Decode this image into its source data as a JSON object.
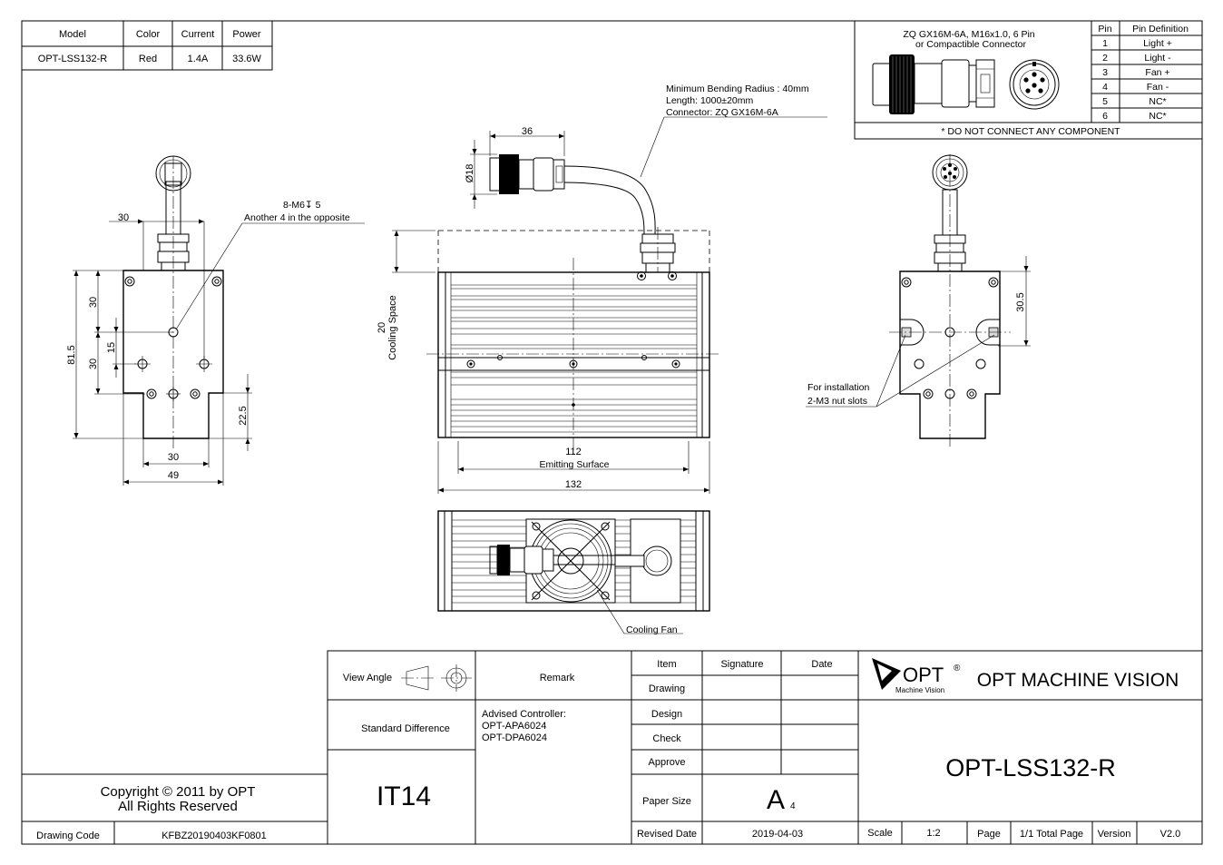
{
  "spec_table": {
    "headers": [
      "Model",
      "Color",
      "Current",
      "Power"
    ],
    "values": [
      "OPT-LSS132-R",
      "Red",
      "1.4A",
      "33.6W"
    ]
  },
  "connector": {
    "title_line1": "ZQ GX16M-6A, M16x1.0, 6 Pin",
    "title_line2": "or Compactible Connector",
    "pin_header": "Pin",
    "def_header": "Pin Definition",
    "pins": [
      {
        "pin": "1",
        "def": "Light +"
      },
      {
        "pin": "2",
        "def": "Light -"
      },
      {
        "pin": "3",
        "def": "Fan +"
      },
      {
        "pin": "4",
        "def": "Fan -"
      },
      {
        "pin": "5",
        "def": "NC*"
      },
      {
        "pin": "6",
        "def": "NC*"
      }
    ],
    "footnote": "* DO NOT CONNECT ANY COMPONENT"
  },
  "cable_note": {
    "line1": "Minimum Bending Radius : 40mm",
    "line2": "Length: 1000±20mm",
    "line3": "Connector: ZQ GX16M-6A"
  },
  "left_view": {
    "thread_note": "8-M6↧ 5",
    "opposite_note": "Another 4 in the opposite",
    "dims": {
      "d30_top": "30",
      "d30_a": "30",
      "d30_b": "30",
      "d15": "15",
      "d81_5": "81.5",
      "d22_5": "22.5",
      "d30_bottom": "30",
      "d49": "49"
    }
  },
  "front_view": {
    "dim_36": "36",
    "dim_phi18": "Ø18",
    "cooling_space_value": "20",
    "cooling_space_label": "Cooling  Space",
    "dim_112": "112",
    "emitting_label": "Emitting Surface",
    "dim_132": "132"
  },
  "right_view": {
    "dim_30_5": "30.5",
    "install_line1": "For installation",
    "install_line2": "2-M3 nut slots"
  },
  "bottom_view": {
    "fan_label": "Cooling Fan"
  },
  "title_block": {
    "view_angle": "View Angle",
    "remark": "Remark",
    "standard_difference": "Standard Difference",
    "tolerance": "IT14",
    "advised_line1": "Advised Controller:",
    "advised_line2": "OPT-APA6024",
    "advised_line3": "OPT-DPA6024",
    "item": "Item",
    "signature": "Signature",
    "date": "Date",
    "drawing": "Drawing",
    "design": "Design",
    "check": "Check",
    "approve": "Approve",
    "paper_size_label": "Paper Size",
    "paper_size_letter": "A",
    "paper_size_num": "4",
    "revised_date_label": "Revised Date",
    "revised_date": "2019-04-03",
    "logo_text": "OPT",
    "logo_reg": "®",
    "logo_sub": "Machine Vision",
    "company": "OPT MACHINE VISION",
    "model": "OPT-LSS132-R",
    "scale_label": "Scale",
    "scale": "1:2",
    "page_label": "Page",
    "page_value": "1/1 Total Page",
    "version_label": "Version",
    "version": "V2.0",
    "copyright_line1": "Copyright © 2011 by OPT",
    "copyright_line2": "All Rights Reserved",
    "drawing_code_label": "Drawing Code",
    "drawing_code": "KFBZ20190403KF0801"
  }
}
